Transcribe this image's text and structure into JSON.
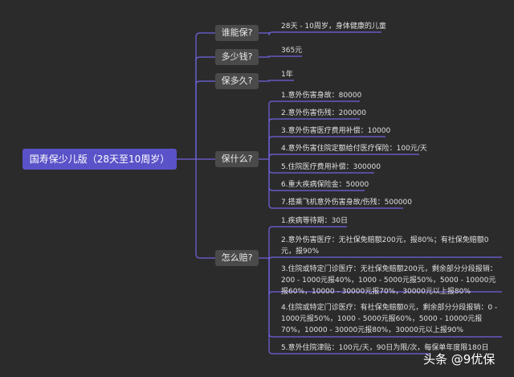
{
  "root": "国寿保少儿版（28天至10周岁）",
  "categories": [
    {
      "label": "谁能保?",
      "items": [
        "28天 - 10周岁，身体健康的儿童"
      ]
    },
    {
      "label": "多少钱?",
      "items": [
        "365元"
      ]
    },
    {
      "label": "保多久?",
      "items": [
        "1年"
      ]
    },
    {
      "label": "保什么?",
      "items": [
        "1.意外伤害身故：80000",
        "2.意外伤害伤残：200000",
        "3.意外伤害医疗费用补偿：10000",
        "4.意外伤害住院定额给付医疗保险：100元/天",
        "5.住院医疗费用补偿：300000",
        "6.重大疾病保险金：50000",
        "7.搭乘飞机意外伤害身故/伤残：500000"
      ]
    },
    {
      "label": "怎么赔?",
      "items": [
        "1.疾病等待期：30日",
        "2.意外伤害医疗：无社保免赔额200元，报80%；有社保免赔额0元，报90%",
        "3.住院或特定门诊医疗：无社保免赔额200元，剩余部分分段报销：200 - 1000元报40%，1000 - 5000元报50%，5000 - 10000元报60%，10000 - 30000元报70%，30000元以上报80%",
        "4.住院或特定门诊医疗：有社保免赔额0元，剩余部分分段报销：0 - 1000元报50%，1000 - 5000元报60%，5000 - 10000元报70%，10000 - 30000元报80%，30000元以上报90%",
        "5.意外住院津贴：100元/天，90日为限/次，每保单年度限180日"
      ]
    }
  ],
  "watermark": "头条 @9优保",
  "colors": {
    "background": "#2b2b2b",
    "root": "#5a52c8",
    "category": "#4a4a4a",
    "line": "#6f63e0",
    "text": "#e0e0e0"
  }
}
